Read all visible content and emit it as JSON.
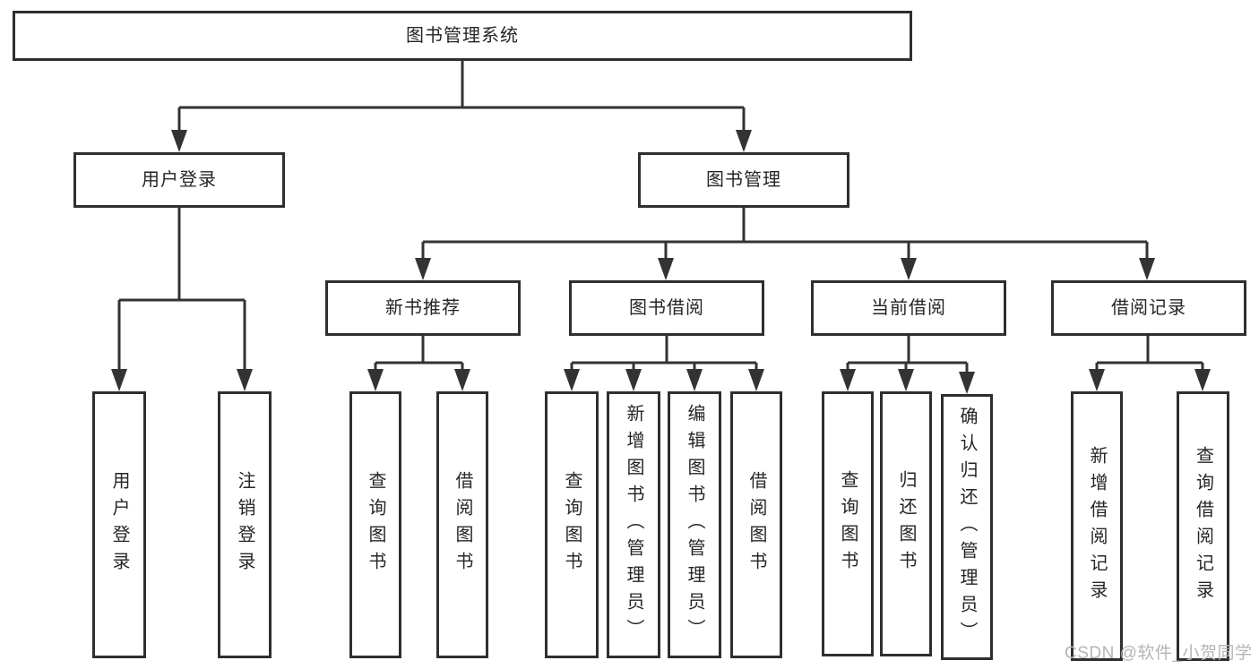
{
  "nodes": {
    "root": {
      "label": "图书管理系统"
    },
    "user_login": {
      "label": "用户登录",
      "children": {
        "login": "用户登录",
        "logout": "注销登录"
      }
    },
    "book_mgmt": {
      "label": "图书管理"
    },
    "new_book_rec": {
      "label": "新书推荐",
      "children": {
        "query_books": "查询图书",
        "borrow_books": "借阅图书"
      }
    },
    "book_borrow": {
      "label": "图书借阅",
      "children": {
        "query_books": "查询图书",
        "add_books": "新增图书（管理员）",
        "edit_books": "编辑图书（管理员）",
        "borrow_books": "借阅图书"
      }
    },
    "current_borrow": {
      "label": "当前借阅",
      "children": {
        "query_books": "查询图书",
        "return_books": "归还图书",
        "confirm_return": "确认归还（管理员）"
      }
    },
    "borrow_records": {
      "label": "借阅记录",
      "children": {
        "add_record": "新增借阅记录",
        "query_record": "查询借阅记录"
      }
    }
  },
  "watermark": "CSDN @软件_小贺同学",
  "colors": {
    "line": "#333333",
    "box_border": "#2f2f2f",
    "text": "#262626",
    "watermark": "#b5b5b5",
    "background": "#ffffff"
  }
}
